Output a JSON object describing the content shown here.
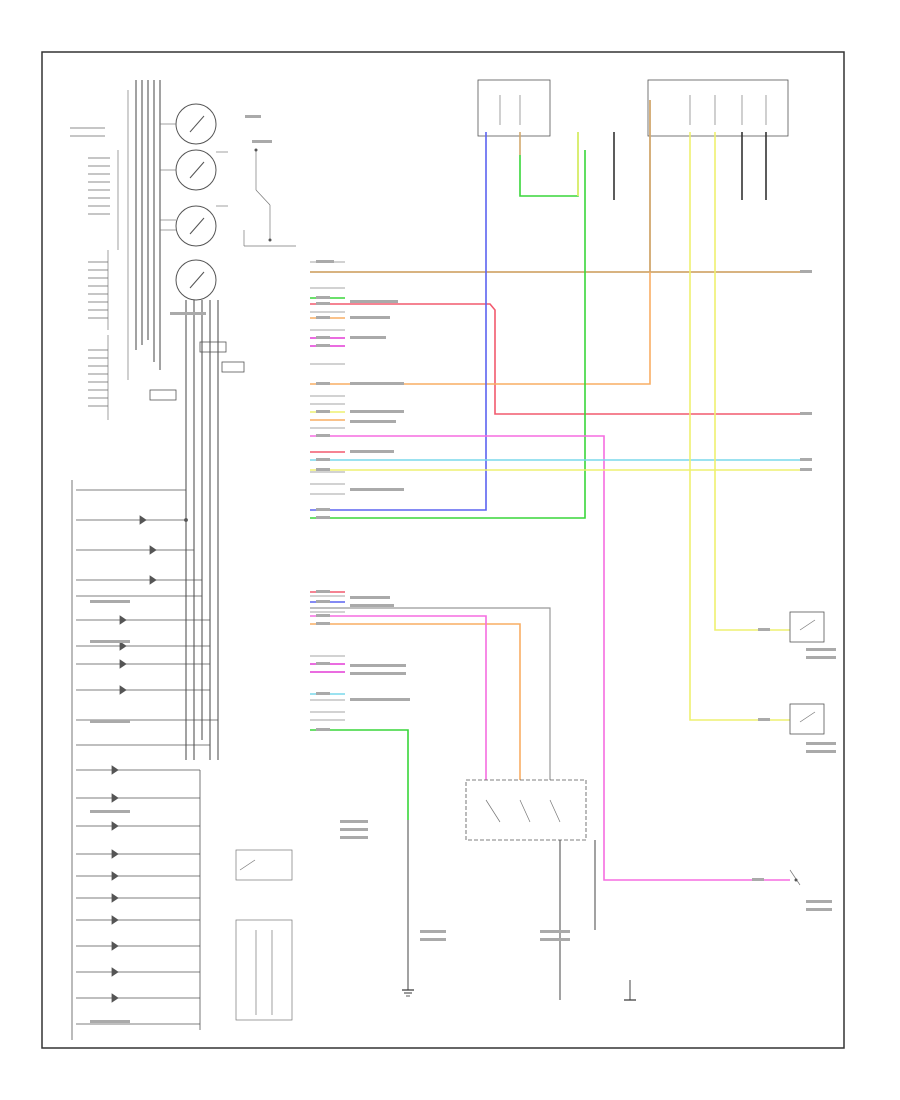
{
  "diagram": {
    "frame_label": "",
    "colors": {
      "tan": "#d2a86e",
      "red": "#f25a6e",
      "orange": "#f8ad64",
      "green": "#39d63a",
      "blue": "#5b63f0",
      "pink": "#f56de0",
      "cyan": "#7ad9ec",
      "yellow": "#eef070",
      "magenta": "#e33bd6",
      "grey": "#999999",
      "black": "#333333"
    },
    "wires": [
      {
        "name": "tan",
        "color": "tan"
      },
      {
        "name": "red",
        "color": "red"
      },
      {
        "name": "orange",
        "color": "orange"
      },
      {
        "name": "pink",
        "color": "pink"
      },
      {
        "name": "cyan",
        "color": "cyan"
      },
      {
        "name": "yellow",
        "color": "yellow"
      },
      {
        "name": "blue",
        "color": "blue"
      },
      {
        "name": "green",
        "color": "green"
      }
    ],
    "gauges": [
      "tachometer",
      "speedometer",
      "fuel",
      "temperature"
    ],
    "components": [
      "instrument-cluster",
      "connector-top-left",
      "connector-top-right",
      "combination-switch",
      "parking-brake-switch",
      "brake-fluid-switch",
      "ground-point"
    ]
  }
}
